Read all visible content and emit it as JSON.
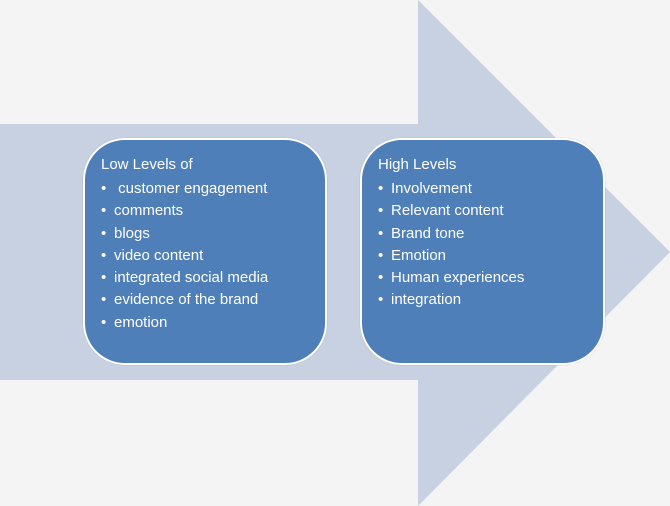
{
  "colors": {
    "background": "#f4f4f4",
    "arrow": "#c8d1e1",
    "box_fill": "#4f7fb8",
    "box_border": "#ffffff",
    "text": "#ffffff"
  },
  "icons": {
    "bullet": "•"
  },
  "boxes": [
    {
      "title": "Low Levels of",
      "items": [
        " customer engagement",
        "comments",
        "blogs",
        "video content",
        "integrated social media",
        "evidence of the brand",
        "emotion"
      ]
    },
    {
      "title": "High Levels",
      "items": [
        "Involvement",
        "Relevant content",
        "Brand tone",
        "Emotion",
        "Human experiences",
        "integration"
      ]
    }
  ]
}
